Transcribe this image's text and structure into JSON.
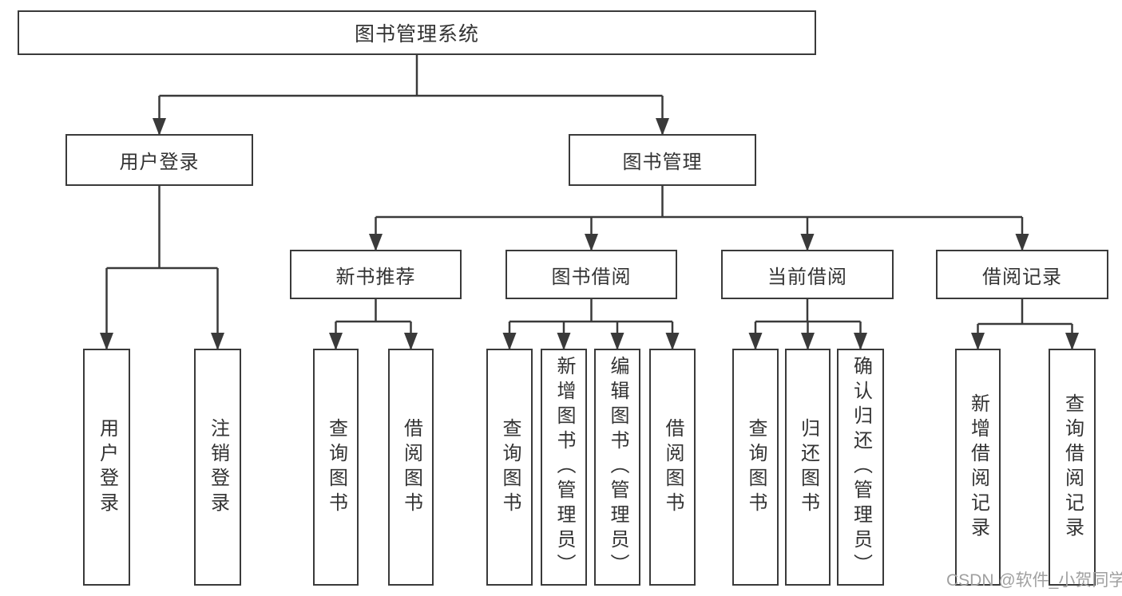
{
  "diagram": {
    "watermark": "CSDN @软件_小贺同学",
    "colors": {
      "line": "#3a3a3a",
      "text": "#333333",
      "watermark": "#a0a0a0",
      "background": "#ffffff"
    },
    "nodes": {
      "root": {
        "label": "图书管理系统"
      },
      "user_login": {
        "label": "用户登录"
      },
      "book_mgmt": {
        "label": "图书管理"
      },
      "new_book_rec": {
        "label": "新书推荐"
      },
      "book_borrow": {
        "label": "图书借阅"
      },
      "current_borrow": {
        "label": "当前借阅"
      },
      "borrow_records": {
        "label": "借阅记录"
      },
      "ul_login": {
        "label": "用户登录"
      },
      "ul_logout": {
        "label": "注销登录"
      },
      "nbr_query": {
        "label": "查询图书"
      },
      "nbr_borrow": {
        "label": "借阅图书"
      },
      "bb_query": {
        "label": "查询图书"
      },
      "bb_add": {
        "label": "新增图书（管理员）"
      },
      "bb_edit": {
        "label": "编辑图书（管理员）"
      },
      "bb_borrow": {
        "label": "借阅图书"
      },
      "cb_query": {
        "label": "查询图书"
      },
      "cb_return": {
        "label": "归还图书"
      },
      "cb_confirm": {
        "label": "确认归还（管理员）"
      },
      "br_add": {
        "label": "新增借阅记录"
      },
      "br_query": {
        "label": "查询借阅记录"
      }
    },
    "tree": {
      "图书管理系统": {
        "用户登录": [
          "用户登录",
          "注销登录"
        ],
        "图书管理": {
          "新书推荐": [
            "查询图书",
            "借阅图书"
          ],
          "图书借阅": [
            "查询图书",
            "新增图书（管理员）",
            "编辑图书（管理员）",
            "借阅图书"
          ],
          "当前借阅": [
            "查询图书",
            "归还图书",
            "确认归还（管理员）"
          ],
          "借阅记录": [
            "新增借阅记录",
            "查询借阅记录"
          ]
        }
      }
    }
  }
}
